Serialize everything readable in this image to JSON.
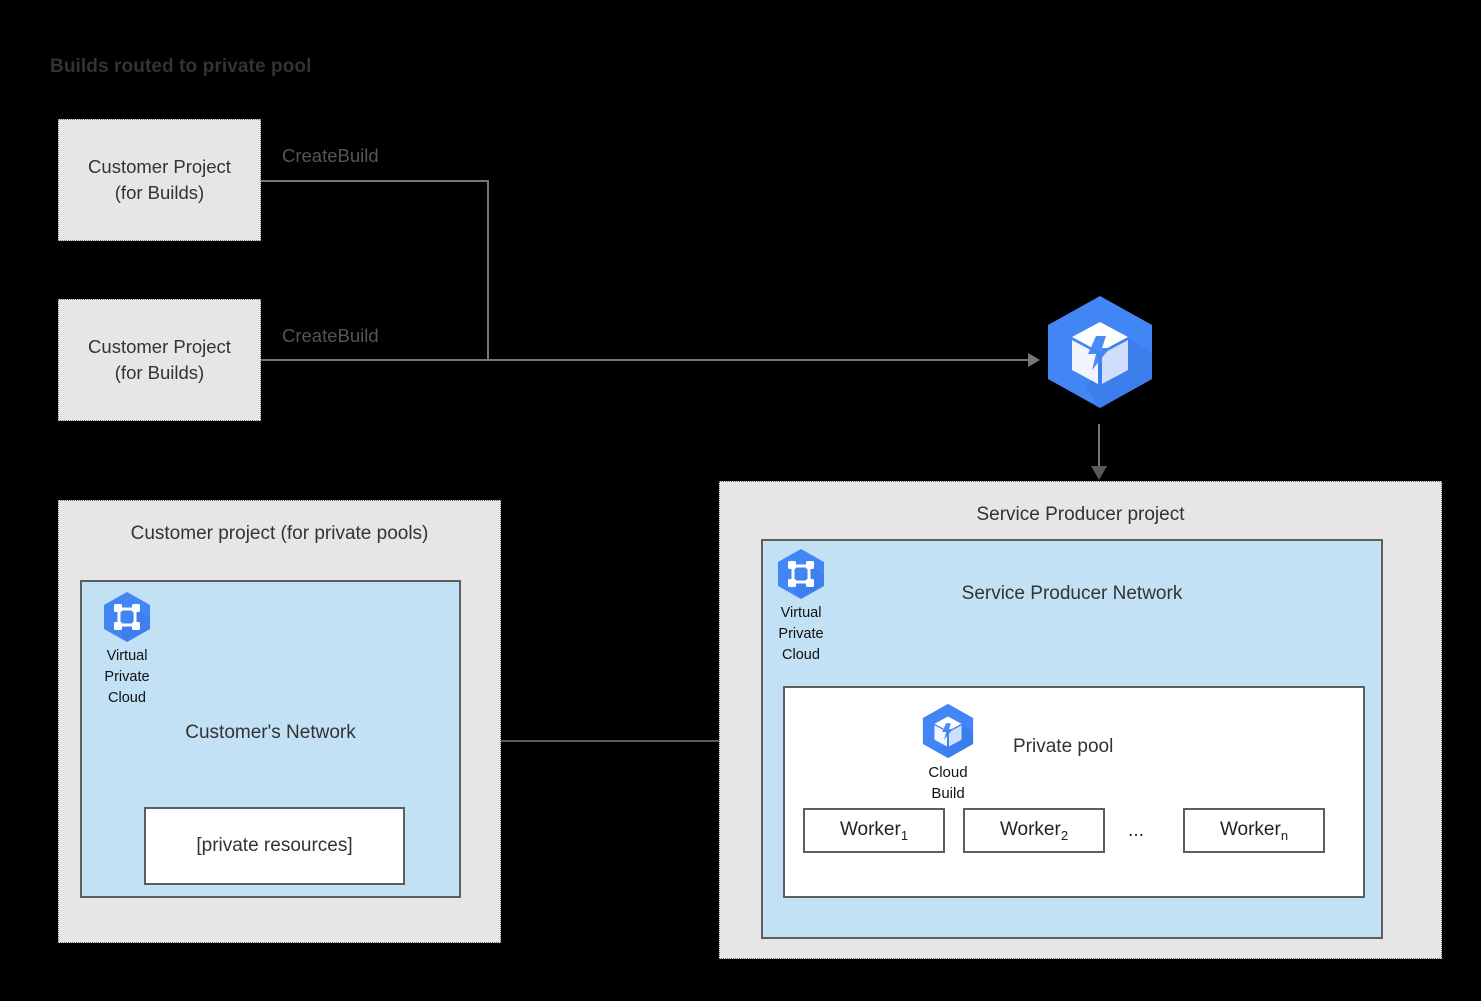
{
  "diagram": {
    "title": "Builds routed to private pool",
    "colors": {
      "background": "#000000",
      "project_fill": "#E6E6E6",
      "network_fill": "#C2E1F5",
      "box_fill": "#FFFFFF",
      "border": "#5E5E5E",
      "dotted_border": "#6E6E6E",
      "connector": "#767676",
      "text": "#333333",
      "google_blue": "#4285F4",
      "google_blue_shade": "#3B78E7"
    }
  },
  "builds_projects": [
    {
      "label_line1": "Customer Project",
      "label_line2": "(for Builds)",
      "edge_label": "CreateBuild"
    },
    {
      "label_line1": "Customer Project",
      "label_line2": "(for Builds)",
      "edge_label": "CreateBuild"
    }
  ],
  "cloud_build_service": {
    "icon": "cloud-build-icon"
  },
  "customer_pools_project": {
    "title": "Customer project (for private pools)",
    "network": {
      "title": "Customer's Network",
      "vpc_icon": "virtual-private-cloud-icon",
      "vpc_caption_line1": "Virtual",
      "vpc_caption_line2": "Private",
      "vpc_caption_line3": "Cloud",
      "private_resources_label": "[private resources]"
    }
  },
  "service_producer_project": {
    "title": "Service Producer project",
    "network": {
      "title": "Service Producer Network",
      "vpc_icon": "virtual-private-cloud-icon",
      "vpc_caption_line1": "Virtual",
      "vpc_caption_line2": "Private",
      "vpc_caption_line3": "Cloud"
    },
    "private_pool": {
      "title": "Private pool",
      "cloud_build_icon": "cloud-build-icon",
      "cloud_build_caption_line1": "Cloud",
      "cloud_build_caption_line2": "Build",
      "workers": [
        {
          "name": "Worker",
          "subscript": "1"
        },
        {
          "name": "Worker",
          "subscript": "2"
        },
        {
          "name": "Worker",
          "subscript": "n"
        }
      ],
      "ellipsis": "..."
    }
  }
}
